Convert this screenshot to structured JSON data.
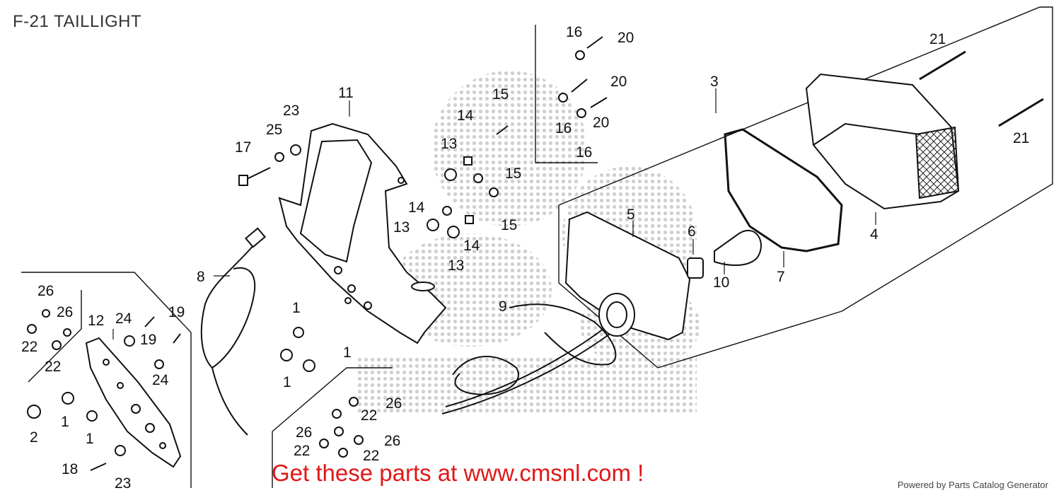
{
  "title": "F-21 TAILLIGHT",
  "call_to_action": "Get these parts at www.cmsnl.com !",
  "credit": "Powered by Parts Catalog Generator",
  "watermark": "CMSNL",
  "colors": {
    "call_to_action": "#e01818",
    "lines": "#111111"
  },
  "callouts": [
    "1",
    "1",
    "1",
    "1",
    "1",
    "2",
    "3",
    "4",
    "5",
    "6",
    "7",
    "8",
    "9",
    "10",
    "11",
    "12",
    "13",
    "13",
    "13",
    "14",
    "14",
    "14",
    "15",
    "15",
    "15",
    "16",
    "16",
    "16",
    "17",
    "18",
    "19",
    "19",
    "20",
    "20",
    "20",
    "21",
    "21",
    "22",
    "22",
    "22",
    "22",
    "22",
    "23",
    "23",
    "24",
    "24",
    "25",
    "26",
    "26",
    "26",
    "26",
    "26"
  ]
}
